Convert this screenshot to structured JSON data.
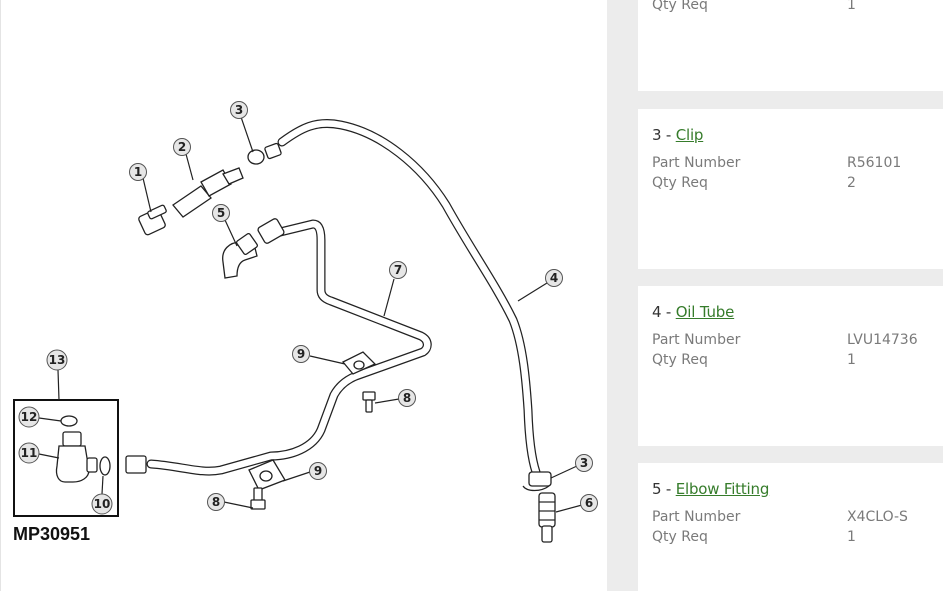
{
  "diagram": {
    "figure_id": "MP30951",
    "callouts": [
      "1",
      "2",
      "3",
      "5",
      "7",
      "4",
      "9",
      "8",
      "13",
      "12",
      "11",
      "10",
      "9",
      "8",
      "3",
      "6"
    ]
  },
  "parts": {
    "top_partial": {
      "qty_label": "Qty Req",
      "qty": "1"
    },
    "items": [
      {
        "index": "3",
        "separator": " - ",
        "name": "Clip",
        "pn_label": "Part Number",
        "part_number": "R56101",
        "qty_label": "Qty Req",
        "qty": "2"
      },
      {
        "index": "4",
        "separator": " - ",
        "name": "Oil Tube",
        "pn_label": "Part Number",
        "part_number": "LVU14736",
        "qty_label": "Qty Req",
        "qty": "1"
      },
      {
        "index": "5",
        "separator": " - ",
        "name": "Elbow Fitting",
        "pn_label": "Part Number",
        "part_number": "X4CLO-S",
        "qty_label": "Qty Req",
        "qty": "1"
      }
    ]
  },
  "colors": {
    "link": "#367c2b",
    "panel_bg": "#ececec",
    "card_bg": "#ffffff"
  }
}
